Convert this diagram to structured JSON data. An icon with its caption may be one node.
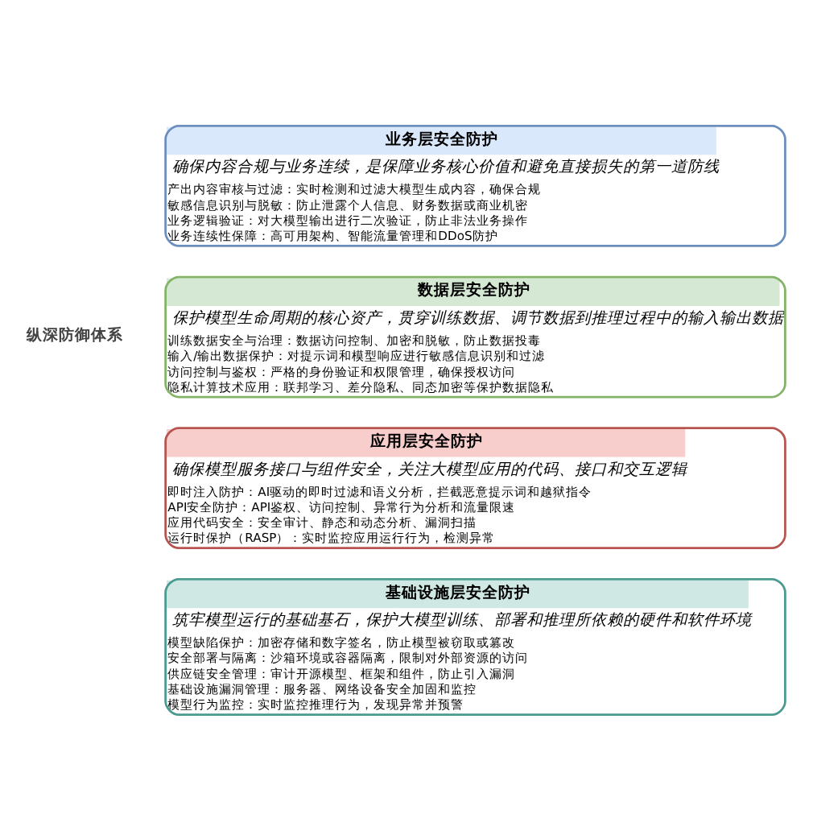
{
  "diagram": {
    "nodes": [
      {
        "text": [
          "业务层安全防护",
          "确保内容合规与业务连续，是保障业务核心价值和避免直接损失的第一道防线",
          "产出内容审核与过滤：实时检测和过滤大模型生成内容，确保合规",
          "敏感信息识别与脱敏：防止泄露个人信息、财务数据或商业机密",
          "业务逻辑验证：对大模型输出进行二次验证，防止非法业务操作",
          "业务连续性保障：高可用架构、智能流量管理和DDoS防护"
        ]
      },
      {
        "text": [
          "数据层安全防护",
          "保护模型生命周期的核心资产，贯穿训练数据、调节数据到推理过程中的输入输出数据",
          "训练数据安全与治理：数据访问控制、加密和脱敏，防止数据投毒",
          "输入/输出数据保护：对提示词和模型响应进行敏感信息识别和过滤",
          "访问控制与鉴权：严格的身份验证和权限管理，确保授权访问",
          "隐私计算技术应用：联邦学习、差分隐私、同态加密等保护数据隐私"
        ]
      },
      {
        "text": [
          "应用层安全防护",
          "确保模型服务接口与组件安全，关注大模型应用的代码、接口和交互逻辑",
          "即时注入防护：AI驱动的即时过滤和语义分析，拦截恶意提示词和越狱指令",
          "API安全防护：API鉴权、访问控制、异常行为分析和流量限速",
          "应用代码安全：安全审计、静态和动态分析、漏洞扫描",
          "运行时保护（RASP）：实时监控应用运行行为，检测异常"
        ]
      },
      {
        "text": [
          "基础设施层安全防护",
          "筑牢模型运行的基础基石，保护大模型训练、部署和推理所依赖的硬件和软件环境",
          "模型缺陷保护：加密存储和数字签名，防止模型被窃取或篡改",
          "安全部署与隔离：沙箱环境或容器隔离，限制对外部资源的访问",
          "供应链安全管理：审计开源模型、框架和组件，防止引入漏洞",
          "基础设施漏洞管理：服务器、网络设备安全加固和监控",
          "模型行为监控：实时监控推理行为，发现异常并预警"
        ]
      }
    ],
    "edges": [],
    "labels": [
      "纵深防御体系"
    ]
  }
}
